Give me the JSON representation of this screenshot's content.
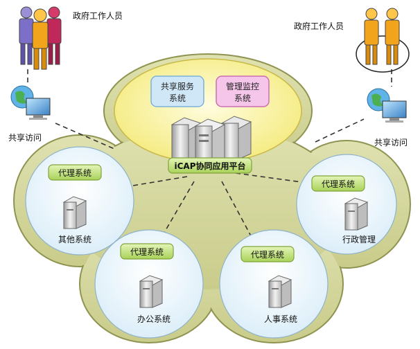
{
  "people_left": {
    "label": "政府工作人员"
  },
  "people_right": {
    "label": "政府工作人员"
  },
  "access_left": {
    "label": "共享访问"
  },
  "access_right": {
    "label": "共享访问"
  },
  "platform": {
    "label": "iCAP协同应用平台",
    "services": [
      {
        "line1": "共享服务",
        "line2": "系统"
      },
      {
        "line1": "管理监控",
        "line2": "系统"
      }
    ]
  },
  "agent_label": "代理系统",
  "nodes": [
    {
      "agent": "代理系统",
      "name": "其他系统"
    },
    {
      "agent": "代理系统",
      "name": "办公系统"
    },
    {
      "agent": "代理系统",
      "name": "人事系统"
    },
    {
      "agent": "代理系统",
      "name": "行政管理"
    }
  ],
  "colors": {
    "cloud_fill": "#d6d8a0",
    "cloud_stroke": "#8f9350",
    "circle_fill": "#eef6fb",
    "center_fill": "#fbf6a8",
    "agent_fill": "#c9e58a",
    "service_blue": "#cfe7f7",
    "service_pink": "#f6c6ea"
  }
}
